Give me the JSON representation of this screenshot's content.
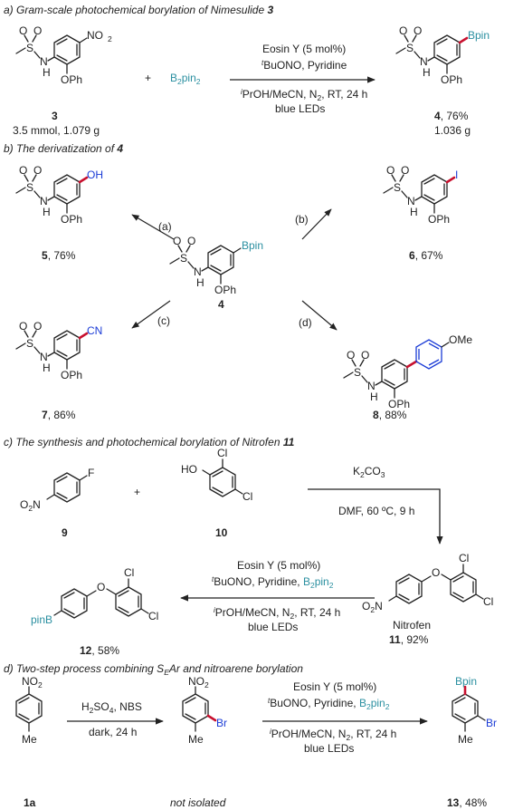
{
  "sections": {
    "a": {
      "title": "a) Gram-scale photochemical borylation of Nimesulide",
      "num": "3"
    },
    "b": {
      "title": "b) The derivatization of",
      "num": "4"
    },
    "c": {
      "title": "c) The synthesis and photochemical borylation of Nitrofen",
      "num": "11"
    },
    "d": {
      "title": "d) Two-step process combining S",
      "title_sub": "E",
      "title_rest": "Ar and nitroarene borylation"
    }
  },
  "groups": {
    "no2": "NO",
    "no2_sub": "2",
    "o2n": "O",
    "o2n_sub": "2",
    "o2n_end": "N",
    "bpin": "Bpin",
    "pinb": "pinB",
    "b2pin2_b": "B",
    "b2pin2_2": "2",
    "b2pin2_pin": "pin",
    "b2pin2_2b": "2",
    "oph": "OPh",
    "oh": "OH",
    "cn": "CN",
    "ome": "OMe",
    "iodo": "I",
    "s": "S",
    "o": "O",
    "n": "N",
    "h": "H",
    "f": "F",
    "cl": "Cl",
    "br": "Br",
    "me": "Me",
    "ho": "HO"
  },
  "conditions": {
    "eosin": "Eosin Y (5 mol%)",
    "tbuono_t": "t",
    "tbuono": "BuONO, Pyridine",
    "tbuono_b2": "BuONO, Pyridine, ",
    "ipr_i": "i",
    "ipr": "PrOH/MeCN, N",
    "ipr_sub": "2",
    "ipr_end": ", RT, 24 h",
    "leds": "blue LEDs",
    "k2co3": "K",
    "k2co3_sub": "2",
    "k2co3_mid": "CO",
    "k2co3_sub2": "3",
    "dmf": "DMF, 60 ºC, 9 h",
    "h2so4": "H",
    "h2so4_sub": "2",
    "h2so4_mid": "SO",
    "h2so4_sub2": "4",
    "h2so4_end": ", NBS",
    "dark": "dark, 24 h",
    "plus": "+"
  },
  "reaction_labels": {
    "a": "(a)",
    "b": "(b)",
    "c": "(c)",
    "d": "(d)"
  },
  "compounds": {
    "c3": {
      "num": "3",
      "amount": "3.5 mmol, 1.079 g"
    },
    "c4_top": {
      "num": "4",
      "yield": ", 76%",
      "mass": "1.036 g"
    },
    "c4_mid": {
      "num": "4"
    },
    "c5": {
      "num": "5",
      "yield": ", 76%"
    },
    "c6": {
      "num": "6",
      "yield": ", 67%"
    },
    "c7": {
      "num": "7",
      "yield": ", 86%"
    },
    "c8": {
      "num": "8",
      "yield": ", 88%"
    },
    "c9": {
      "num": "9"
    },
    "c10": {
      "num": "10"
    },
    "c11": {
      "name": "Nitrofen",
      "num": "11",
      "yield": ", 92%"
    },
    "c12": {
      "num": "12",
      "yield": ", 58%"
    },
    "c1a": {
      "num": "1a"
    },
    "interm": {
      "label": "not isolated"
    },
    "c13": {
      "num": "13",
      "yield": ", 48%"
    }
  },
  "colors": {
    "bpin": "#2a8fa0",
    "substituent": "#1a3bd6",
    "new_bond": "#c8102e"
  }
}
